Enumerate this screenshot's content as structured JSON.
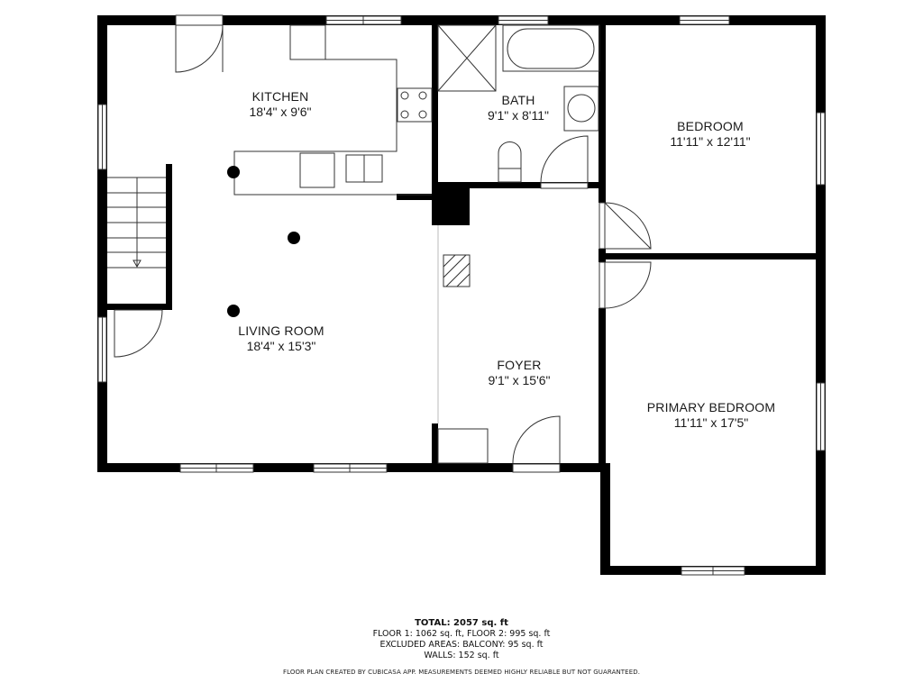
{
  "rooms": {
    "kitchen": {
      "name": "KITCHEN",
      "dims": "18'4\" x 9'6\""
    },
    "bath": {
      "name": "BATH",
      "dims": "9'1\" x 8'11\""
    },
    "bedroom": {
      "name": "BEDROOM",
      "dims": "11'11\" x 12'11\""
    },
    "living_room": {
      "name": "LIVING ROOM",
      "dims": "18'4\" x 15'3\""
    },
    "foyer": {
      "name": "FOYER",
      "dims": "9'1\" x 15'6\""
    },
    "primary_bedroom": {
      "name": "PRIMARY BEDROOM",
      "dims": "11'11\" x 17'5\""
    }
  },
  "summary": {
    "total": "TOTAL: 2057 sq. ft",
    "floors": "FLOOR 1: 1062 sq. ft, FLOOR 2: 995 sq. ft",
    "excluded": "EXCLUDED AREAS: BALCONY: 95 sq. ft",
    "walls": "WALLS: 152 sq. ft"
  },
  "disclaimer": "FLOOR PLAN CREATED BY CUBICASA APP. MEASUREMENTS DEEMED HIGHLY RELIABLE BUT NOT GUARANTEED.",
  "colors": {
    "wall": "#000000",
    "fixture_line": "#333333",
    "background": "#ffffff"
  }
}
